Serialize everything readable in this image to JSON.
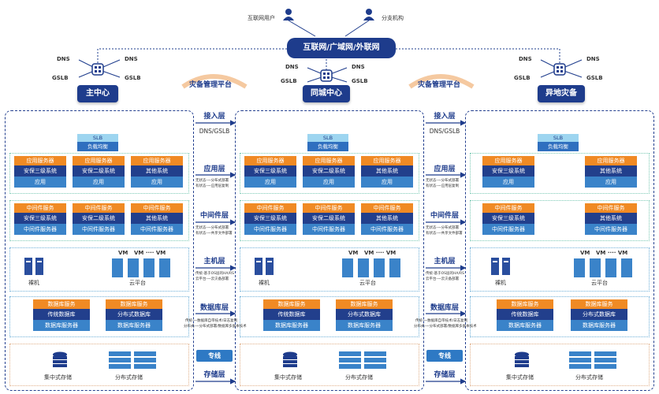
{
  "header": {
    "internet_users": "互联网用户",
    "branches": "分支机构",
    "network": "互联网/广域网/外联网"
  },
  "sites": {
    "main": "主中心",
    "same_city": "同城中心",
    "remote": "异地灾备"
  },
  "dr_platform": "灾备管理平台",
  "router_labels": {
    "dns": "DNS",
    "gslb": "GSLB"
  },
  "slb": {
    "title": "SLB",
    "subtitle": "负载均衡"
  },
  "app_columns": [
    {
      "head": "应用服务器",
      "mid": "安保三级系统",
      "bottom": "应用"
    },
    {
      "head": "应用服务器",
      "mid": "安保二级系统",
      "bottom": "应用"
    },
    {
      "head": "应用服务器",
      "mid": "其他系统",
      "bottom": "应用"
    }
  ],
  "mw_columns": [
    {
      "head": "中间件服务",
      "mid": "安保三级系统",
      "bottom": "中间件服务器"
    },
    {
      "head": "中间件服务",
      "mid": "安保二级系统",
      "bottom": "中间件服务器"
    },
    {
      "head": "中间件服务",
      "mid": "其他系统",
      "bottom": "中间件服务器"
    }
  ],
  "host": {
    "bare_metal": "裸机",
    "cloud": "云平台",
    "vm": "VM",
    "vm_dots": "VM ···· VM"
  },
  "db_columns": [
    {
      "head": "数据库服务",
      "mid": "传统数据库",
      "bottom": "数据库服务器"
    },
    {
      "head": "数据库服务",
      "mid": "分布式数据库",
      "bottom": "数据库服务器"
    }
  ],
  "storage": {
    "central": "集中式存储",
    "distributed": "分布式存储"
  },
  "layers": {
    "access": "接入层",
    "dns_gslb": "DNS/GSLB",
    "app": "应用层",
    "middleware": "中间件层",
    "host": "主机层",
    "database": "数据库层",
    "dedicated_line": "专线",
    "storage": "存储层"
  },
  "notes": {
    "app_1": "无状态-一分布式部署",
    "app_2": "有状态-一应用层复制",
    "mw_1": "无状态-一分布式部署",
    "mw_2": "有状态-一共享文件部署",
    "host_1": "传统-基于OS层的HA/RS",
    "host_2": "云平台-一云灾备部署",
    "host_1b": "传统-基于OS层的HA/RS",
    "host_2b": "云平台-一云灾备部署",
    "db_1": "传统-一数据库自带技术/日志复制",
    "db_2": "分布式-一分布式部署/数据库多副本技术",
    "db_1b": "传统-一数据库自带技术/日志复制",
    "db_2b": "分布式-一分布式部署/数据库多副本技术"
  },
  "colors": {
    "navy": "#1e3c8c",
    "orange": "#f08a24",
    "blue": "#3a83c9",
    "light_blue": "#9dd5f0"
  }
}
